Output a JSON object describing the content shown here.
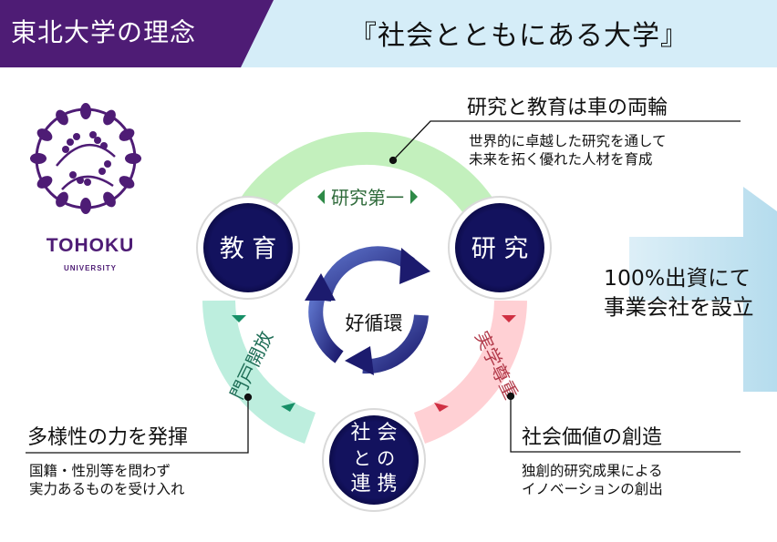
{
  "header": {
    "title": "東北大学の理念",
    "subtitle": "『社会とともにある大学』"
  },
  "logo": {
    "name": "TOHOKU",
    "sub": "UNIVERSITY"
  },
  "colors": {
    "purple": "#4e1c75",
    "navy": "#13125e",
    "header_bg": "#d5edf8",
    "ring_green": "#c3f0bd",
    "ring_pink": "#ffd0d4",
    "ring_teal": "#bdeede",
    "arrow_right": "#a8d6ea"
  },
  "diagram": {
    "nodes": {
      "education": "教 育",
      "research": "研 究",
      "society": [
        "社 会",
        "と の",
        "連 携"
      ]
    },
    "center": "好循環",
    "arcs": {
      "top": "研究第一",
      "right": "実学尊重",
      "left": "門戸開放"
    }
  },
  "notes": {
    "top": {
      "title": "研究と教育は車の両輪",
      "lines": [
        "世界的に卓越した研究を通して",
        "未来を拓く優れた人材を育成"
      ]
    },
    "right": {
      "title": "社会価値の創造",
      "lines": [
        "独創的研究成果による",
        "イノベーションの創出"
      ]
    },
    "left": {
      "title": "多様性の力を発揮",
      "lines": [
        "国籍・性別等を問わず",
        "実力あるものを受け入れ"
      ]
    }
  },
  "side": {
    "line1": "100%出資にて",
    "line2": "事業会社を設立"
  }
}
